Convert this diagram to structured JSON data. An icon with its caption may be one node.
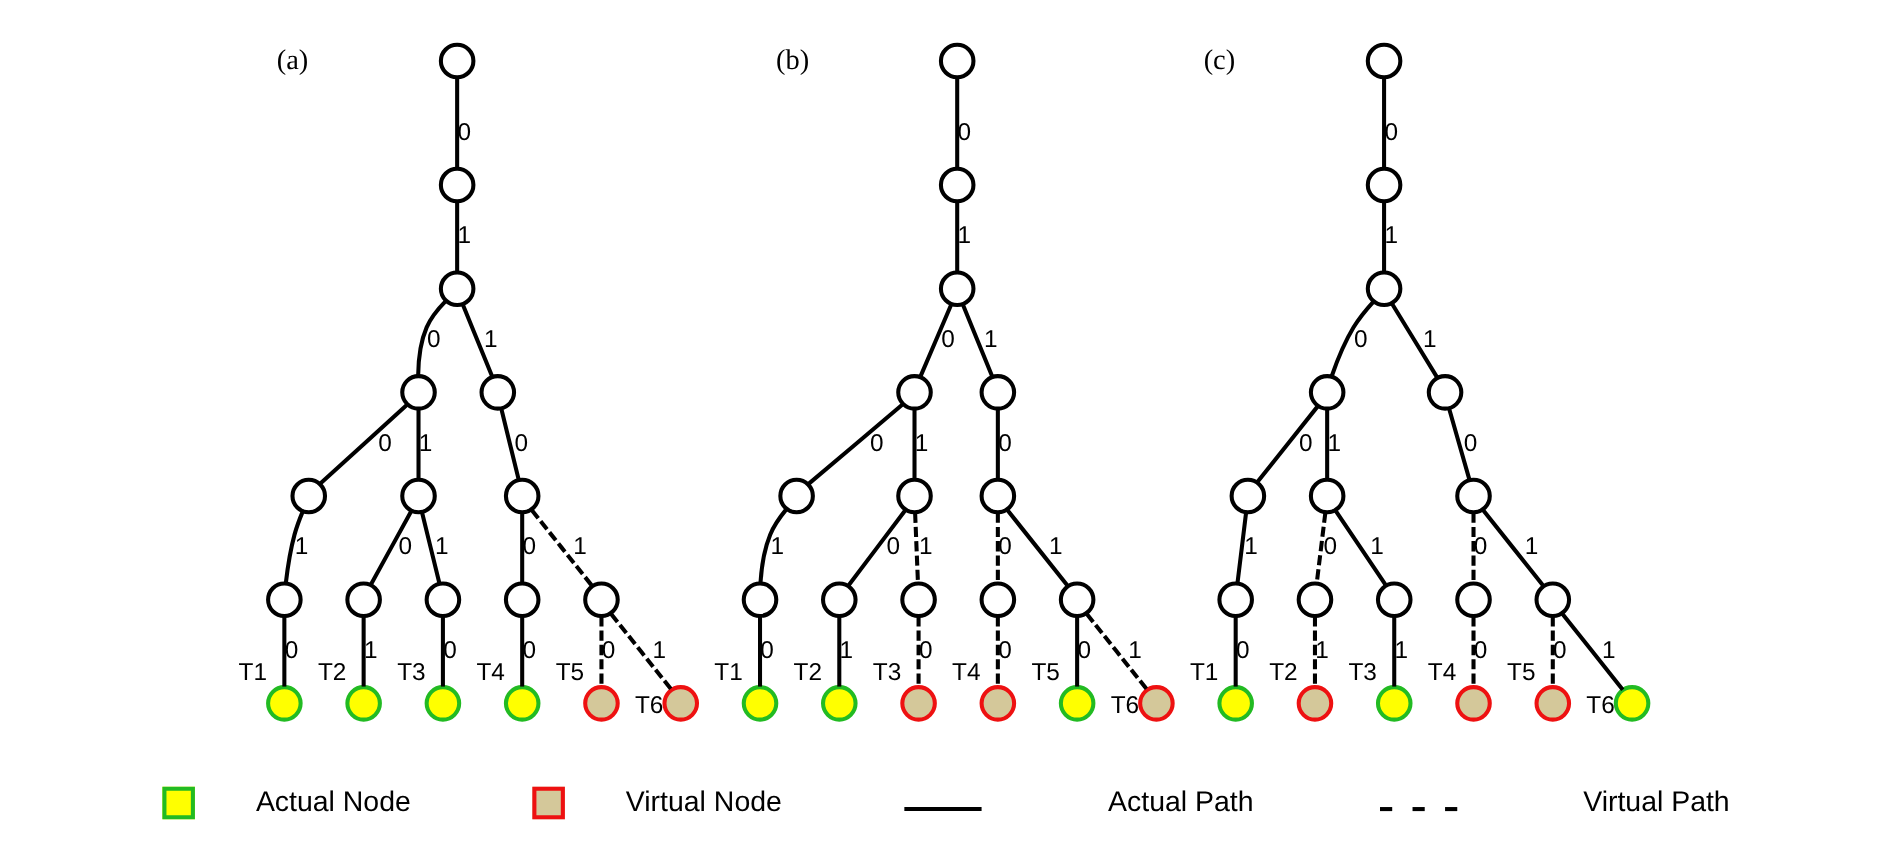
{
  "diagram": {
    "nodes": [
      {
        "text": [],
        "shape": "circle"
      },
      {
        "text": [],
        "shape": "circle"
      },
      {
        "text": [],
        "shape": "circle"
      },
      {
        "text": [],
        "shape": "circle"
      },
      {
        "text": [],
        "shape": "circle"
      },
      {
        "text": [],
        "shape": "circle"
      },
      {
        "text": [],
        "shape": "circle"
      },
      {
        "text": [],
        "shape": "circle"
      },
      {
        "text": [],
        "shape": "circle"
      },
      {
        "text": [],
        "shape": "circle"
      },
      {
        "text": [],
        "shape": "circle"
      },
      {
        "text": [],
        "shape": "circle"
      },
      {
        "text": [],
        "shape": "circle"
      },
      {
        "text": [],
        "shape": "circle",
        "beside": [
          "T1"
        ]
      },
      {
        "text": [],
        "shape": "circle",
        "beside": [
          "T2"
        ]
      },
      {
        "text": [],
        "shape": "circle",
        "beside": [
          "T3"
        ]
      },
      {
        "text": [],
        "shape": "circle",
        "beside": [
          "T4"
        ]
      },
      {
        "text": [],
        "shape": "circle",
        "beside": [
          "T5"
        ]
      },
      {
        "text": [],
        "shape": "circle",
        "beside": [
          "T6"
        ]
      },
      {
        "text": [],
        "shape": "circle"
      },
      {
        "text": [],
        "shape": "circle"
      },
      {
        "text": [],
        "shape": "circle"
      },
      {
        "text": [],
        "shape": "circle"
      },
      {
        "text": [],
        "shape": "circle"
      },
      {
        "text": [],
        "shape": "circle"
      },
      {
        "text": [],
        "shape": "circle"
      },
      {
        "text": [],
        "shape": "circle"
      },
      {
        "text": [],
        "shape": "circle"
      },
      {
        "text": [],
        "shape": "circle"
      },
      {
        "text": [],
        "shape": "circle"
      },
      {
        "text": [],
        "shape": "circle"
      },
      {
        "text": [],
        "shape": "circle"
      },
      {
        "text": [],
        "shape": "circle",
        "beside": [
          "T1"
        ]
      },
      {
        "text": [],
        "shape": "circle",
        "beside": [
          "T2"
        ]
      },
      {
        "text": [],
        "shape": "circle",
        "beside": [
          "T3"
        ]
      },
      {
        "text": [],
        "shape": "circle",
        "beside": [
          "T4"
        ]
      },
      {
        "text": [],
        "shape": "circle",
        "beside": [
          "T5"
        ]
      },
      {
        "text": [],
        "shape": "circle",
        "beside": [
          "T6"
        ]
      },
      {
        "text": [],
        "shape": "circle"
      },
      {
        "text": [],
        "shape": "circle"
      },
      {
        "text": [],
        "shape": "circle"
      },
      {
        "text": [],
        "shape": "circle"
      },
      {
        "text": [],
        "shape": "circle"
      },
      {
        "text": [],
        "shape": "circle"
      },
      {
        "text": [],
        "shape": "circle"
      },
      {
        "text": [],
        "shape": "circle"
      },
      {
        "text": [],
        "shape": "circle"
      },
      {
        "text": [],
        "shape": "circle"
      },
      {
        "text": [],
        "shape": "circle"
      },
      {
        "text": [],
        "shape": "circle"
      },
      {
        "text": [],
        "shape": "circle"
      },
      {
        "text": [],
        "shape": "circle",
        "beside": [
          "T1"
        ]
      },
      {
        "text": [],
        "shape": "circle",
        "beside": [
          "T2"
        ]
      },
      {
        "text": [],
        "shape": "circle",
        "beside": [
          "T3"
        ]
      },
      {
        "text": [],
        "shape": "circle",
        "beside": [
          "T4"
        ]
      },
      {
        "text": [],
        "shape": "circle",
        "beside": [
          "T5"
        ]
      },
      {
        "text": [],
        "shape": "circle",
        "beside": [
          "T6"
        ]
      }
    ],
    "edges": [
      {
        "from": 0,
        "to": 1,
        "arrow": "none",
        "label": "0"
      },
      {
        "from": 1,
        "to": 2,
        "arrow": "none",
        "label": "1"
      },
      {
        "from": 2,
        "to": 3,
        "arrow": "none",
        "label": "0"
      },
      {
        "from": 2,
        "to": 4,
        "arrow": "none",
        "label": "1"
      },
      {
        "from": 3,
        "to": 5,
        "arrow": "none",
        "label": "0"
      },
      {
        "from": 3,
        "to": 6,
        "arrow": "none",
        "label": "1"
      },
      {
        "from": 4,
        "to": 7,
        "arrow": "none",
        "label": "0"
      },
      {
        "from": 5,
        "to": 8,
        "arrow": "none",
        "label": "1"
      },
      {
        "from": 8,
        "to": 13,
        "arrow": "none",
        "label": "0"
      },
      {
        "from": 6,
        "to": 9,
        "arrow": "none",
        "label": "0"
      },
      {
        "from": 6,
        "to": 10,
        "arrow": "none",
        "label": "1"
      },
      {
        "from": 9,
        "to": 14,
        "arrow": "none",
        "label": "1"
      },
      {
        "from": 10,
        "to": 15,
        "arrow": "none",
        "label": "0"
      },
      {
        "from": 7,
        "to": 11,
        "arrow": "none",
        "label": "0"
      },
      {
        "from": 7,
        "to": 12,
        "arrow": "none",
        "label": "1",
        "style": "dashed"
      },
      {
        "from": 11,
        "to": 16,
        "arrow": "none",
        "label": "0"
      },
      {
        "from": 12,
        "to": 17,
        "arrow": "none",
        "label": "0",
        "style": "dashed"
      },
      {
        "from": 12,
        "to": 18,
        "arrow": "none",
        "label": "1",
        "style": "dashed"
      },
      {
        "from": 19,
        "to": 20,
        "arrow": "none",
        "label": "0"
      },
      {
        "from": 20,
        "to": 21,
        "arrow": "none",
        "label": "1"
      },
      {
        "from": 21,
        "to": 22,
        "arrow": "none",
        "label": "0"
      },
      {
        "from": 21,
        "to": 23,
        "arrow": "none",
        "label": "1"
      },
      {
        "from": 22,
        "to": 24,
        "arrow": "none",
        "label": "0"
      },
      {
        "from": 22,
        "to": 25,
        "arrow": "none",
        "label": "1"
      },
      {
        "from": 23,
        "to": 26,
        "arrow": "none",
        "label": "0"
      },
      {
        "from": 24,
        "to": 27,
        "arrow": "none",
        "label": "1"
      },
      {
        "from": 27,
        "to": 32,
        "arrow": "none",
        "label": "0"
      },
      {
        "from": 25,
        "to": 28,
        "arrow": "none",
        "label": "0"
      },
      {
        "from": 25,
        "to": 29,
        "arrow": "none",
        "label": "1",
        "style": "dashed"
      },
      {
        "from": 28,
        "to": 33,
        "arrow": "none",
        "label": "1"
      },
      {
        "from": 29,
        "to": 34,
        "arrow": "none",
        "label": "0",
        "style": "dashed"
      },
      {
        "from": 26,
        "to": 30,
        "arrow": "none",
        "label": "0",
        "style": "dashed"
      },
      {
        "from": 26,
        "to": 31,
        "arrow": "none",
        "label": "1"
      },
      {
        "from": 30,
        "to": 35,
        "arrow": "none",
        "label": "0",
        "style": "dashed"
      },
      {
        "from": 31,
        "to": 36,
        "arrow": "none",
        "label": "0"
      },
      {
        "from": 31,
        "to": 37,
        "arrow": "none",
        "label": "1",
        "style": "dashed"
      },
      {
        "from": 38,
        "to": 39,
        "arrow": "none",
        "label": "0"
      },
      {
        "from": 39,
        "to": 40,
        "arrow": "none",
        "label": "1"
      },
      {
        "from": 40,
        "to": 41,
        "arrow": "none",
        "label": "0"
      },
      {
        "from": 40,
        "to": 42,
        "arrow": "none",
        "label": "1"
      },
      {
        "from": 41,
        "to": 43,
        "arrow": "none",
        "label": "0"
      },
      {
        "from": 41,
        "to": 44,
        "arrow": "none",
        "label": "1"
      },
      {
        "from": 42,
        "to": 45,
        "arrow": "none",
        "label": "0"
      },
      {
        "from": 43,
        "to": 46,
        "arrow": "none",
        "label": "1"
      },
      {
        "from": 46,
        "to": 51,
        "arrow": "none",
        "label": "0"
      },
      {
        "from": 44,
        "to": 47,
        "arrow": "none",
        "label": "0",
        "style": "dashed"
      },
      {
        "from": 44,
        "to": 48,
        "arrow": "none",
        "label": "1"
      },
      {
        "from": 47,
        "to": 52,
        "arrow": "none",
        "label": "1",
        "style": "dashed"
      },
      {
        "from": 48,
        "to": 53,
        "arrow": "none",
        "label": "1"
      },
      {
        "from": 45,
        "to": 49,
        "arrow": "none",
        "label": "0",
        "style": "dashed"
      },
      {
        "from": 45,
        "to": 50,
        "arrow": "none",
        "label": "1"
      },
      {
        "from": 49,
        "to": 54,
        "arrow": "none",
        "label": "0",
        "style": "dashed"
      },
      {
        "from": 50,
        "to": 55,
        "arrow": "none",
        "label": "0",
        "style": "dashed"
      },
      {
        "from": 50,
        "to": 56,
        "arrow": "none",
        "label": "1"
      }
    ],
    "labels": [
      "(a)",
      "(b)",
      "(c)"
    ],
    "legend": [
      {
        "text": "Actual Node",
        "color": "#ffff00"
      },
      {
        "text": "Virtual Node",
        "color": "#d4c89a"
      },
      {
        "text": "Actual Path"
      },
      {
        "text": "Virtual Path"
      }
    ]
  }
}
